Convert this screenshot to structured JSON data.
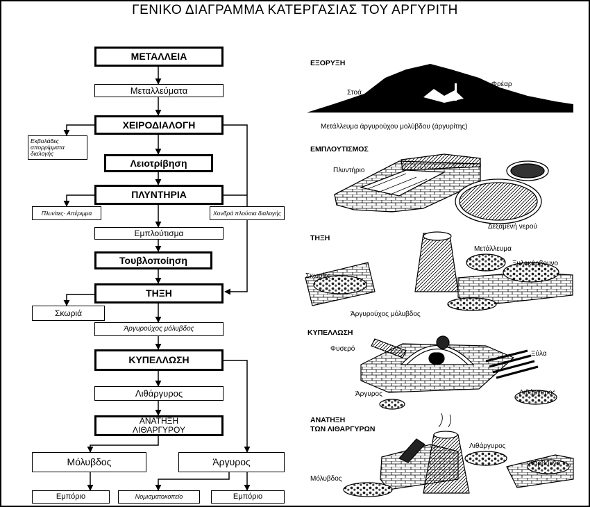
{
  "title": "ΓΕΝΙΚΟ ΔΙΑΓΡΑΜΜΑ ΚΑΤΕΡΓΑΣΙΑΣ ΤΟΥ ΑΡΓΥΡΙΤΗ",
  "flow": {
    "metalleia": "ΜΕΤΑΛΛΕΙΑ",
    "metalleumata": "Μεταλλεύματα",
    "xeirodialogi": "ΧΕΙΡΟΔΙΑΛΟΓΗ",
    "ekvolades": "Εκβολάδες απορρίμματα διαλογής",
    "leiotrivisi": "Λειοτρίβηση",
    "plyntiria": "ΠΛΥΝΤΗΡΙΑ",
    "plynites": "Πλυνίτες· Απέριμμα",
    "xondra": "Χονδρά πλούσια διαλογής",
    "emploutisma": "Εμπλούτισμα",
    "touvlopoiisi": "Τουβλοποίηση",
    "tixi": "ΤΗΞΗ",
    "skoria": "Σκωριά",
    "argyrouxos": "Άργυρούχος μόλυβδος",
    "kypellosi": "ΚΥΠΕΛΛΩΣΗ",
    "lithargyros": "Λιθάργυρος",
    "anatixi_1": "ΑΝΑΤΗΞΗ",
    "anatixi_2": "ΛΙΘΑΡΓΥΡΟΥ",
    "molyvdos": "Μόλυβδος",
    "argyros": "Άργυρος",
    "emporio_left": "Εμπόριο",
    "nomismatokopeio": "Νομισματοκοπείο",
    "emporio_right": "Εμπόριο"
  },
  "sections": {
    "exoryxi": {
      "heading": "ΕΞΟΡΥΞΗ",
      "labels": [
        "Στοά",
        "Φρέαρ"
      ],
      "caption": "Μετάλλευμα άργυρούχου μολύβδου (άργυρίτης)"
    },
    "emploutismos": {
      "heading": "ΕΜΠΛΟΥΤΙΣΜΟΣ",
      "labels": [
        "Πλυντήριο",
        "Δεξαμενή νερού"
      ]
    },
    "tixi": {
      "heading": "ΤΗΞΗ",
      "labels": [
        "Μετάλλευμα",
        "Ξυλοκάρβουνο",
        "Σκωρίες",
        "Άργυρούχος μόλυβδος"
      ]
    },
    "kypellosi": {
      "heading": "ΚΥΠΕΛΛΩΣΗ",
      "labels": [
        "Φυσερό",
        "Ξύλα",
        "Άργυρος",
        "Λιθάργυρος"
      ]
    },
    "anatixi": {
      "heading_1": "ΑΝΑΤΗΞΗ",
      "heading_2": "ΤΩΝ ΛΙΘΑΡΓΥΡΩΝ",
      "labels": [
        "Λιθάργυρος",
        "Κάρβουνο",
        "Μόλυβδος"
      ]
    }
  }
}
